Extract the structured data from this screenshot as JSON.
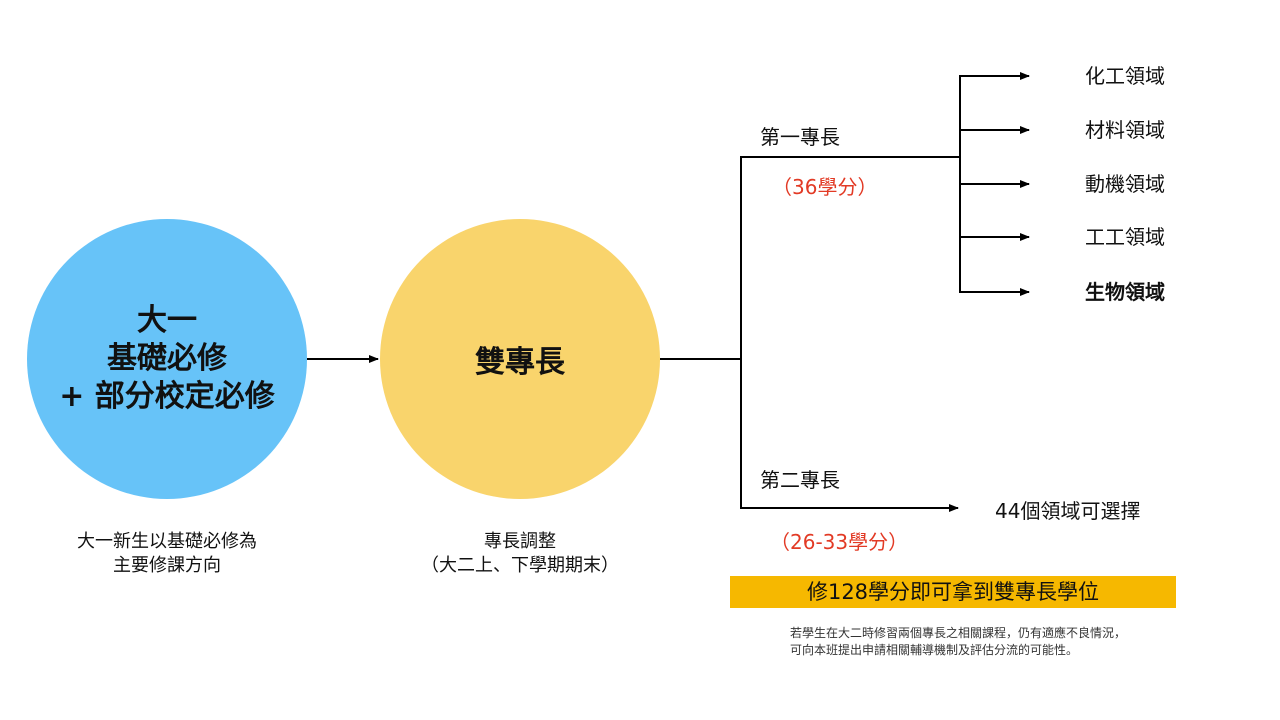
{
  "circle1": {
    "line1": "大一",
    "line2": "基礎必修",
    "line3": "+ 部分校定必修"
  },
  "circle2": {
    "text": "雙專長"
  },
  "caption1": {
    "line1": "大一新生以基礎必修為",
    "line2": "主要修課方向"
  },
  "caption2": {
    "line1": "專長調整",
    "line2": "（大二上、下學期期末）"
  },
  "first_specialty": {
    "label": "第一專長",
    "credits": "（36學分）"
  },
  "second_specialty": {
    "label": "第二專長",
    "credits": "（26-33學分）",
    "target": "44個領域可選擇"
  },
  "domains": [
    "化工領域",
    "材料領域",
    "動機領域",
    "工工領域",
    "生物領域"
  ],
  "banner": "修128學分即可拿到雙專長學位",
  "note": {
    "line1": "若學生在大二時修習兩個專長之相關課程，仍有適應不良情況，",
    "line2": "可向本班提出申請相關輔導機制及評估分流的可能性。"
  },
  "colors": {
    "circle1": "#67C3F8",
    "circle2": "#F9D46C",
    "banner": "#F6B800",
    "credits": "#E23A25"
  }
}
